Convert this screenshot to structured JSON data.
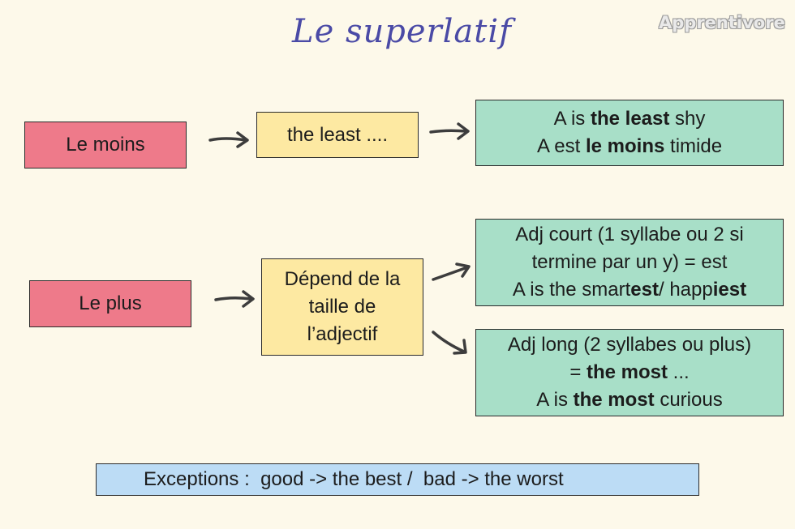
{
  "title": "Le superlatif",
  "logo": "Apprentivore",
  "row1": {
    "left": "Le moins",
    "middle": "the least ....",
    "result": [
      {
        "pre": "A is ",
        "bold": "the least",
        "post": " shy"
      },
      {
        "pre": "A est ",
        "bold": "le moins",
        "post": " timide"
      }
    ]
  },
  "row2": {
    "left": "Le plus",
    "middle": [
      "Dépend de la",
      "taille de",
      "l’adjectif"
    ],
    "short_adj": [
      {
        "pre": "Adj court (1 syllabe ou 2 si",
        "b1": "",
        "mid": "",
        "b2": ""
      },
      {
        "pre": "termine par un y) = est",
        "b1": "",
        "mid": "",
        "b2": ""
      },
      {
        "pre": "A is  the smart",
        "b1": "est",
        "mid": "/ happ",
        "b2": "iest"
      }
    ],
    "long_adj": [
      {
        "pre": "Adj long (2 syllabes ou plus)",
        "bold": "",
        "post": ""
      },
      {
        "pre": "= ",
        "bold": "the most",
        "post": " ..."
      },
      {
        "pre": "A is ",
        "bold": "the most",
        "post": " curious"
      }
    ]
  },
  "exceptions": "Exceptions :  good -> the best /  bad -> the worst"
}
